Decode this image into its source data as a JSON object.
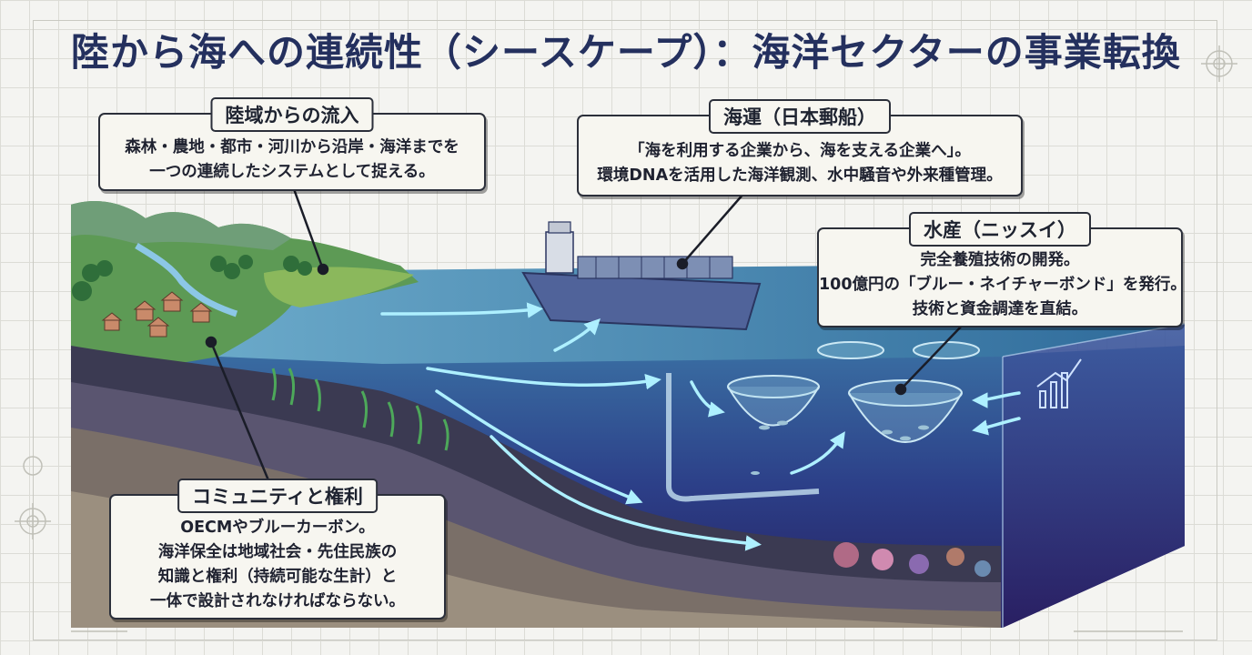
{
  "title": "陸から海への連続性（シースケープ）：海洋セクターの事業転換",
  "callouts": {
    "land_inflow": {
      "heading": "陸域からの流入",
      "lines": [
        "森林・農地・都市・河川から沿岸・海洋までを",
        "一つの連続したシステムとして捉える。"
      ]
    },
    "shipping": {
      "heading": "海運（日本郵船）",
      "lines": [
        "「海を利用する企業から、海を支える企業へ」。",
        "環境DNAを活用した海洋観測、水中騒音や外来種管理。"
      ]
    },
    "fisheries": {
      "heading": "水産（ニッスイ）",
      "lines": [
        "完全養殖技術の開発。",
        "100億円の「ブルー・ネイチャーボンド」を発行。",
        "技術と資金調達を直結。"
      ]
    },
    "community": {
      "heading": "コミュニティと権利",
      "lines": [
        "OECMやブルーカーボン。",
        "海洋保全は地域社会・先住民族の",
        "知識と権利（持続可能な生計）と",
        "一体で設計されなければならない。"
      ]
    }
  },
  "icons": [
    "ship-icon",
    "aquaculture-net-icon",
    "growth-chart-icon",
    "village-icon",
    "kelp-icon",
    "coral-icon",
    "fish-school-icon",
    "registration-mark-icon"
  ],
  "colors": {
    "title": "#24305e",
    "ocean_surface": "#4a86b0",
    "ocean_deep": "#2a2a6e",
    "land_green": "#5d9a55",
    "flow_arrow": "#9fe6ff"
  }
}
